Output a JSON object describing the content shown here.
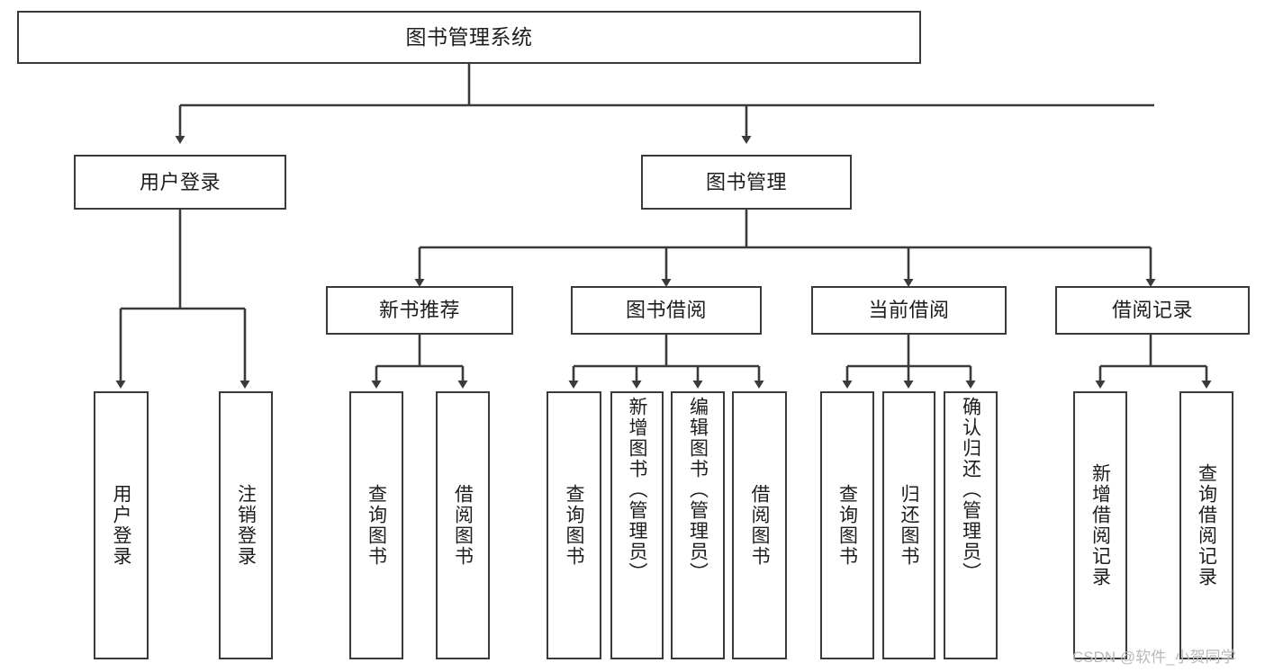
{
  "diagram": {
    "title": "图书管理系统",
    "type": "tree",
    "watermark": "CSDN @软件_小贺同学",
    "colors": {
      "box_border": "#3a3a3a",
      "box_fill": "#ffffff",
      "edge": "#3a3a3a",
      "text": "#1d1d1d",
      "watermark": "#b9b9b9",
      "background": "#ffffff"
    },
    "nodes": [
      {
        "id": "root",
        "label": "图书管理系统",
        "level": 0,
        "orientation": "horizontal"
      },
      {
        "id": "login",
        "label": "用户登录",
        "level": 1,
        "orientation": "horizontal"
      },
      {
        "id": "bookmgmt",
        "label": "图书管理",
        "level": 1,
        "orientation": "horizontal"
      },
      {
        "id": "newbook",
        "label": "新书推荐",
        "level": 2,
        "orientation": "horizontal"
      },
      {
        "id": "borrow",
        "label": "图书借阅",
        "level": 2,
        "orientation": "horizontal"
      },
      {
        "id": "current",
        "label": "当前借阅",
        "level": 2,
        "orientation": "horizontal"
      },
      {
        "id": "records",
        "label": "借阅记录",
        "level": 2,
        "orientation": "horizontal"
      },
      {
        "id": "leaf-login-1",
        "label": "用户登录",
        "level": 3,
        "orientation": "vertical",
        "parent": "login"
      },
      {
        "id": "leaf-login-2",
        "label": "注销登录",
        "level": 3,
        "orientation": "vertical",
        "parent": "login"
      },
      {
        "id": "leaf-newbook-1",
        "label": "查询图书",
        "level": 3,
        "orientation": "vertical",
        "parent": "newbook"
      },
      {
        "id": "leaf-newbook-2",
        "label": "借阅图书",
        "level": 3,
        "orientation": "vertical",
        "parent": "newbook"
      },
      {
        "id": "leaf-borrow-1",
        "label": "查询图书",
        "level": 3,
        "orientation": "vertical",
        "parent": "borrow"
      },
      {
        "id": "leaf-borrow-2",
        "label": "新增图书（管理员）",
        "level": 3,
        "orientation": "vertical",
        "parent": "borrow"
      },
      {
        "id": "leaf-borrow-3",
        "label": "编辑图书（管理员）",
        "level": 3,
        "orientation": "vertical",
        "parent": "borrow"
      },
      {
        "id": "leaf-borrow-4",
        "label": "借阅图书",
        "level": 3,
        "orientation": "vertical",
        "parent": "borrow"
      },
      {
        "id": "leaf-current-1",
        "label": "查询图书",
        "level": 3,
        "orientation": "vertical",
        "parent": "current"
      },
      {
        "id": "leaf-current-2",
        "label": "归还图书",
        "level": 3,
        "orientation": "vertical",
        "parent": "current"
      },
      {
        "id": "leaf-current-3",
        "label": "确认归还（管理员）",
        "level": 3,
        "orientation": "vertical",
        "parent": "current"
      },
      {
        "id": "leaf-records-1",
        "label": "新增借阅记录",
        "level": 3,
        "orientation": "vertical",
        "parent": "records"
      },
      {
        "id": "leaf-records-2",
        "label": "查询借阅记录",
        "level": 3,
        "orientation": "vertical",
        "parent": "records"
      }
    ],
    "edges": [
      {
        "from": "root",
        "to": "login"
      },
      {
        "from": "root",
        "to": "bookmgmt"
      },
      {
        "from": "bookmgmt",
        "to": "newbook"
      },
      {
        "from": "bookmgmt",
        "to": "borrow"
      },
      {
        "from": "bookmgmt",
        "to": "current"
      },
      {
        "from": "bookmgmt",
        "to": "records"
      },
      {
        "from": "login",
        "to": "leaf-login-1"
      },
      {
        "from": "login",
        "to": "leaf-login-2"
      },
      {
        "from": "newbook",
        "to": "leaf-newbook-1"
      },
      {
        "from": "newbook",
        "to": "leaf-newbook-2"
      },
      {
        "from": "borrow",
        "to": "leaf-borrow-1"
      },
      {
        "from": "borrow",
        "to": "leaf-borrow-2"
      },
      {
        "from": "borrow",
        "to": "leaf-borrow-3"
      },
      {
        "from": "borrow",
        "to": "leaf-borrow-4"
      },
      {
        "from": "current",
        "to": "leaf-current-1"
      },
      {
        "from": "current",
        "to": "leaf-current-2"
      },
      {
        "from": "current",
        "to": "leaf-current-3"
      },
      {
        "from": "records",
        "to": "leaf-records-1"
      },
      {
        "from": "records",
        "to": "leaf-records-2"
      }
    ]
  }
}
